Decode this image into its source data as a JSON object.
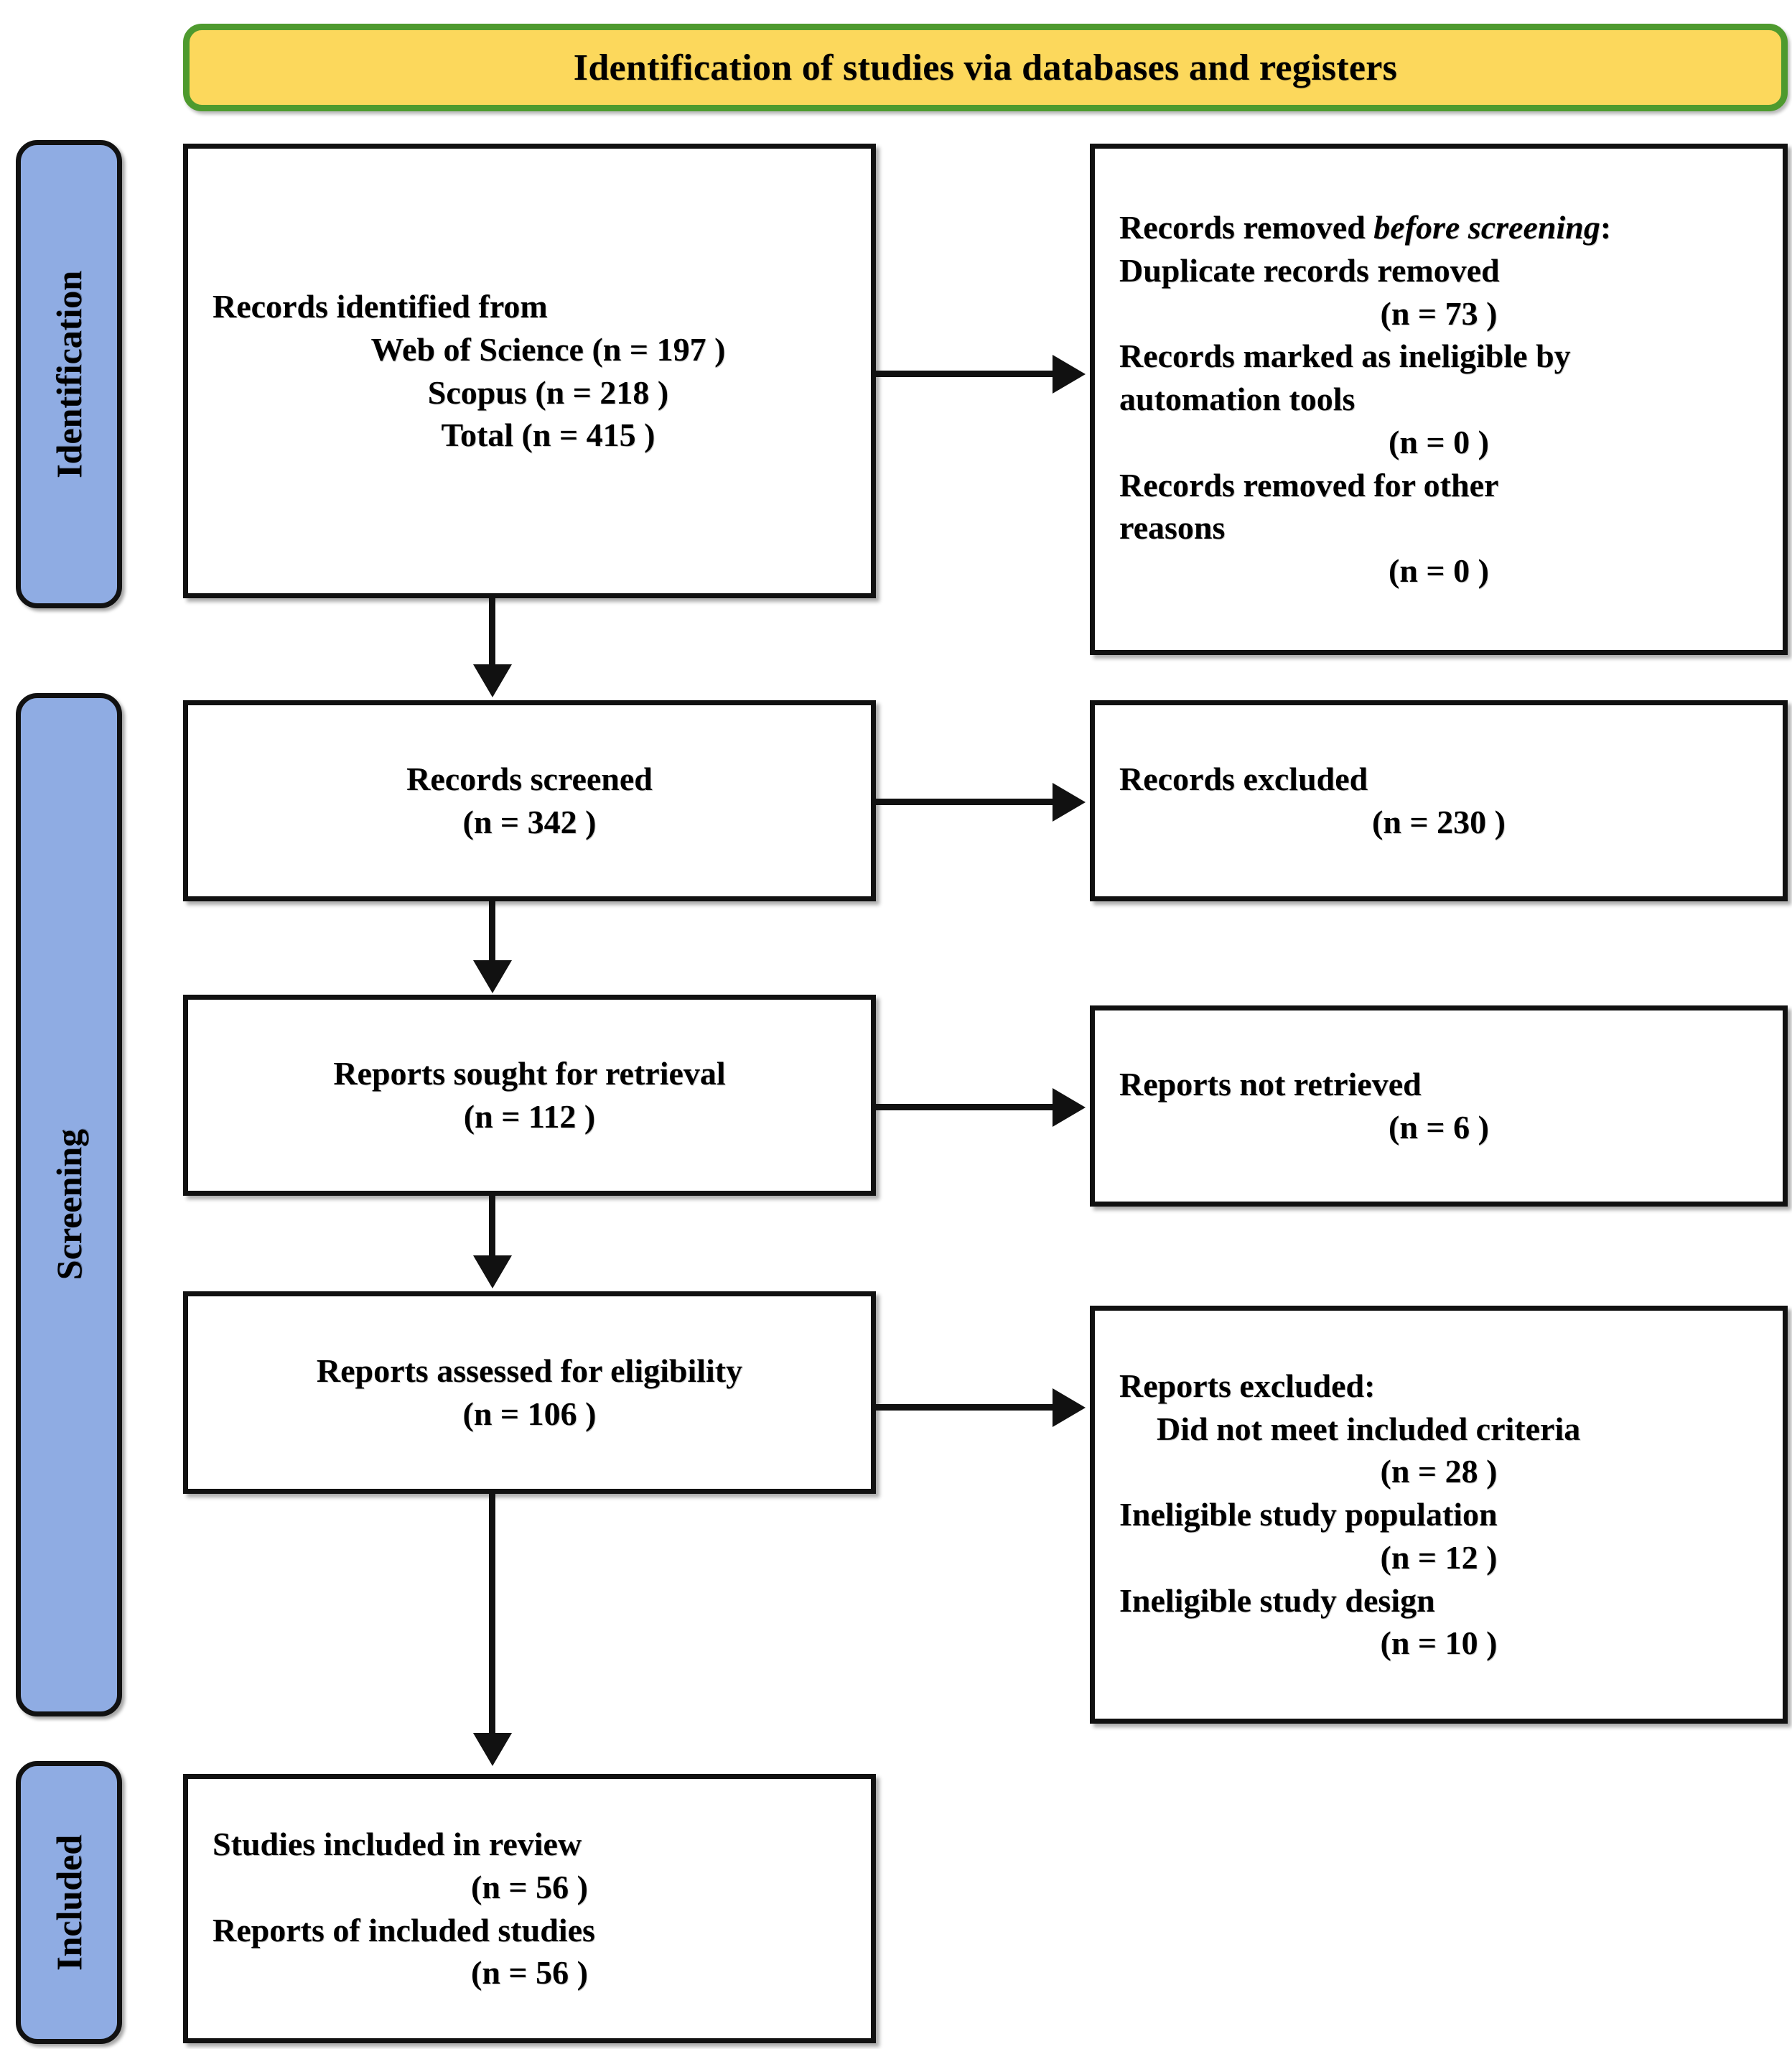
{
  "banner": {
    "title": "Identification of studies via databases and registers",
    "fill_color": "#FCD85C",
    "border_color": "#4E9A2E"
  },
  "sidebar": {
    "fill_color": "#8FACE3",
    "items": [
      {
        "label": "Identification"
      },
      {
        "label": "Screening"
      },
      {
        "label": "Included"
      }
    ]
  },
  "boxes": {
    "identified": {
      "l1": "Records identified from",
      "l2": "Web of Science (n = 197 )",
      "l3": "Scopus (n = 218 )",
      "l4": "Total (n = 415 )"
    },
    "removed_before_screening": {
      "l1a": "Records removed ",
      "l1b": "before screening",
      "l1c": ":",
      "l2": "Duplicate records removed",
      "l3": "(n = 73 )",
      "l4": "Records marked as ineligible by",
      "l5": "automation tools",
      "l6": "(n = 0 )",
      "l7": "Records removed for other",
      "l8": "reasons",
      "l9": "(n = 0 )"
    },
    "screened": {
      "l1": "Records screened",
      "l2": "(n = 342 )"
    },
    "records_excluded": {
      "l1": "Records excluded",
      "l2": "(n = 230 )"
    },
    "sought_retrieval": {
      "l1": "Reports sought for retrieval",
      "l2": "(n = 112 )"
    },
    "not_retrieved": {
      "l1": "Reports not retrieved",
      "l2": "(n = 6 )"
    },
    "assessed_eligibility": {
      "l1": "Reports assessed for eligibility",
      "l2": "(n = 106 )"
    },
    "reports_excluded": {
      "l1": "Reports excluded:",
      "l2": "Did not meet included criteria",
      "l3": "(n = 28 )",
      "l4": "Ineligible study population",
      "l5": "(n = 12 )",
      "l6": "Ineligible study design",
      "l7": "(n = 10 )"
    },
    "included": {
      "l1": "Studies included in review",
      "l2": "(n = 56 )",
      "l3": "Reports of included studies",
      "l4": "(n = 56 )"
    }
  },
  "chart_data": {
    "type": "diagram",
    "title": "Identification of studies via databases and registers",
    "diagram_kind": "PRISMA flow diagram",
    "stages": [
      "Identification",
      "Screening",
      "Included"
    ],
    "nodes": [
      {
        "id": "identified",
        "stage": "Identification",
        "column": "left",
        "label": "Records identified from",
        "sources": [
          {
            "name": "Web of Science",
            "n": 197
          },
          {
            "name": "Scopus",
            "n": 218
          },
          {
            "name": "Total",
            "n": 415
          }
        ]
      },
      {
        "id": "removed",
        "stage": "Identification",
        "column": "right",
        "label": "Records removed before screening:",
        "items": [
          {
            "name": "Duplicate records removed",
            "n": 73
          },
          {
            "name": "Records marked as ineligible by automation tools",
            "n": 0
          },
          {
            "name": "Records removed for other reasons",
            "n": 0
          }
        ]
      },
      {
        "id": "screened",
        "stage": "Screening",
        "column": "left",
        "label": "Records screened",
        "n": 342
      },
      {
        "id": "rec_excluded",
        "stage": "Screening",
        "column": "right",
        "label": "Records excluded",
        "n": 230
      },
      {
        "id": "sought",
        "stage": "Screening",
        "column": "left",
        "label": "Reports sought for retrieval",
        "n": 112
      },
      {
        "id": "not_retrieved",
        "stage": "Screening",
        "column": "right",
        "label": "Reports not retrieved",
        "n": 6
      },
      {
        "id": "assessed",
        "stage": "Screening",
        "column": "left",
        "label": "Reports assessed for eligibility",
        "n": 106
      },
      {
        "id": "rep_excluded",
        "stage": "Screening",
        "column": "right",
        "label": "Reports excluded:",
        "items": [
          {
            "name": "Did not meet included criteria",
            "n": 28
          },
          {
            "name": "Ineligible study population",
            "n": 12
          },
          {
            "name": "Ineligible study design",
            "n": 10
          }
        ]
      },
      {
        "id": "included",
        "stage": "Included",
        "column": "left",
        "label": "Studies included in review",
        "n": 56,
        "reports_of_included_studies": 56
      }
    ],
    "edges": [
      {
        "from": "identified",
        "to": "removed",
        "direction": "right"
      },
      {
        "from": "identified",
        "to": "screened",
        "direction": "down"
      },
      {
        "from": "screened",
        "to": "rec_excluded",
        "direction": "right"
      },
      {
        "from": "screened",
        "to": "sought",
        "direction": "down"
      },
      {
        "from": "sought",
        "to": "not_retrieved",
        "direction": "right"
      },
      {
        "from": "sought",
        "to": "assessed",
        "direction": "down"
      },
      {
        "from": "assessed",
        "to": "rep_excluded",
        "direction": "right"
      },
      {
        "from": "assessed",
        "to": "included",
        "direction": "down"
      }
    ]
  }
}
